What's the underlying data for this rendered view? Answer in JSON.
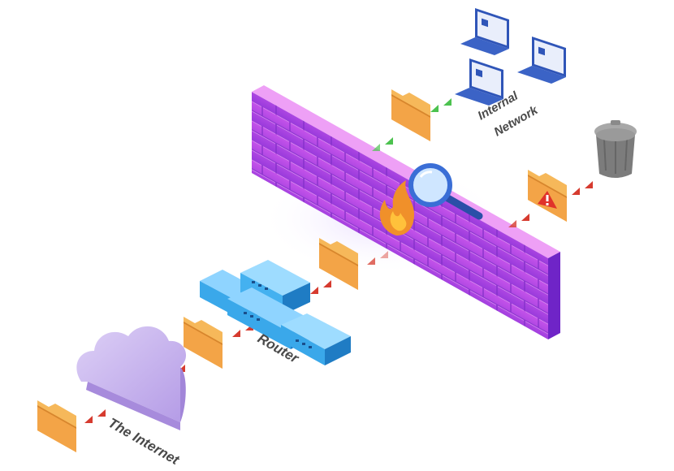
{
  "labels": {
    "internet": "The Internet",
    "router": "Router",
    "internal_line1": "Internal",
    "internal_line2": "Network"
  },
  "colors": {
    "wall_top": "#e58cf0",
    "wall_face": "#b346e6",
    "wall_side": "#7d2bd1",
    "folder": "#f3a447",
    "packet_red": "#d63b2f",
    "packet_green": "#4cc24f",
    "router": "#3aa8ea",
    "cloud": "#c9b4ef",
    "laptop": "#2f55b8",
    "trash": "#8a8a8a",
    "magnifier": "#3a6ed6",
    "flame": "#f08a26"
  },
  "icons": [
    "folder-icon",
    "router-icon",
    "cloud-icon",
    "firewall-icon",
    "flame-icon",
    "magnifier-icon",
    "laptop-icon",
    "trash-icon",
    "warning-icon"
  ]
}
